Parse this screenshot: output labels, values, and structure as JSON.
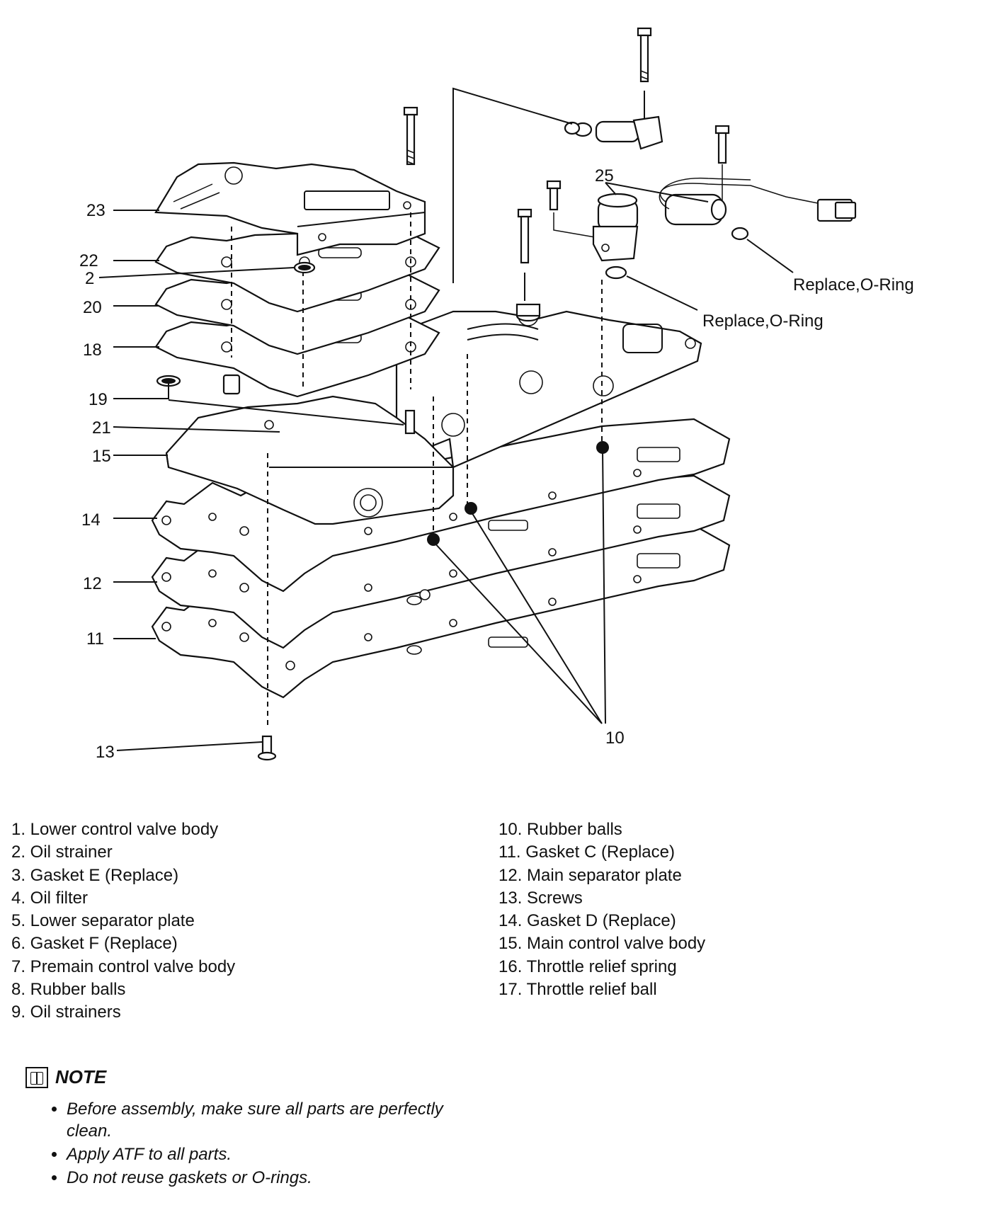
{
  "callouts": {
    "c23": "23",
    "c22": "22",
    "c2": "2",
    "c20": "20",
    "c18": "18",
    "c19": "19",
    "c21": "21",
    "c15": "15",
    "c14": "14",
    "c12": "12",
    "c11": "11",
    "c13": "13",
    "c25": "25",
    "c10": "10",
    "oring1": "Replace,O-Ring",
    "oring2": "Replace,O-Ring"
  },
  "legend_left": [
    "1. Lower control valve body",
    "2. Oil strainer",
    "3. Gasket E (Replace)",
    "4. Oil filter",
    "5. Lower separator plate",
    "6. Gasket F (Replace)",
    "7. Premain control valve body",
    "8. Rubber balls",
    "9. Oil strainers"
  ],
  "legend_right": [
    "10. Rubber balls",
    "11. Gasket C (Replace)",
    "12. Main separator plate",
    "13. Screws",
    "14. Gasket D (Replace)",
    "15. Main control valve body",
    "16. Throttle relief spring",
    "17. Throttle relief ball"
  ],
  "note": {
    "title": "NOTE",
    "items": [
      "Before assembly, make sure all parts are perfectly clean.",
      "Apply ATF to all parts.",
      "Do not reuse gaskets or O-rings."
    ]
  }
}
